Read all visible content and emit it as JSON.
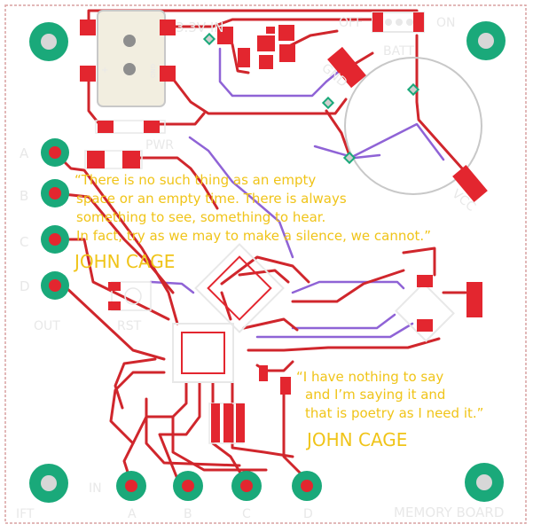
{
  "board": {
    "title": "MEMORY BOARD",
    "power_in_label": "3.3V IN",
    "off_label": "OFF",
    "on_label": "ON",
    "batt_label": "BATT",
    "gnd_label": "GND",
    "vcc_label": "VCC",
    "pwr_label": "PWR",
    "rst_label": "RST",
    "out_label": "OUT",
    "in_label": "IN",
    "left_label": "IFT",
    "left_pins": [
      "A",
      "B",
      "C",
      "D"
    ],
    "bottom_pins": [
      "A",
      "B",
      "C",
      "D"
    ],
    "connector_plus": "+",
    "connector_gnd": "GND"
  },
  "quote1": {
    "lines": [
      "“There is no such thing as an empty",
      "space or an empty time. There is always",
      "something to see, something to hear.",
      "In fact, try as we may to make a silence, we cannot.”"
    ],
    "author": "JOHN CAGE"
  },
  "quote2": {
    "lines": [
      "“I have nothing to say",
      "and I’m saying it and",
      "that is poetry as I need it.”"
    ],
    "author": "JOHN CAGE"
  },
  "colors": {
    "board_bg": "#ffffff",
    "copper_top": "#d0262c",
    "copper_bottom": "#8f63d6",
    "silkscreen": "#e8e8e8",
    "text_silk": "#f0c419",
    "pad_ring": "#1aa97a"
  }
}
